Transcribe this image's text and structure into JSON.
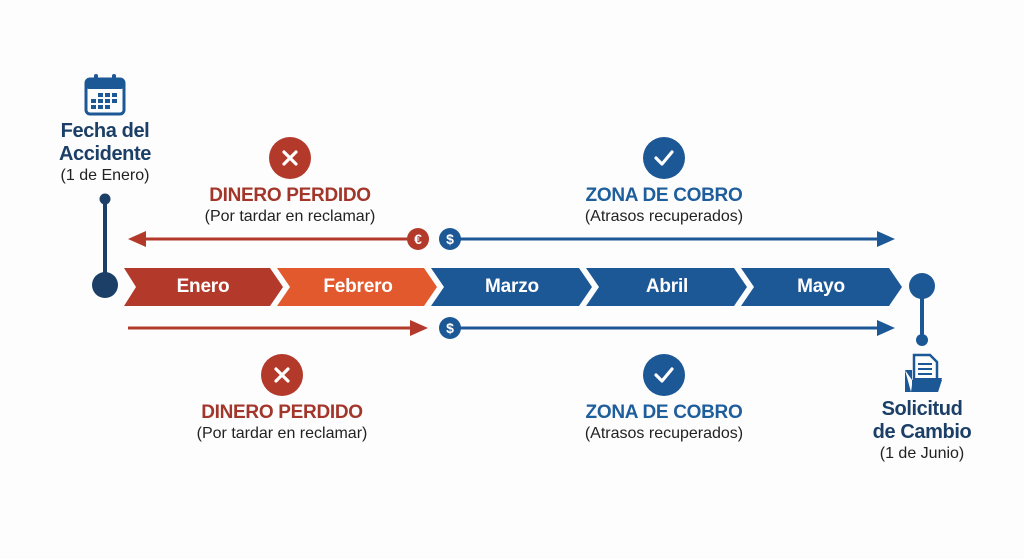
{
  "start_node": {
    "icon": "calendar-icon",
    "title_line1": "Fecha del",
    "title_line2": "Accidente",
    "date": "(1 de Enero)"
  },
  "end_node": {
    "icon": "document-folder-icon",
    "title_line1": "Solicitud",
    "title_line2": "de Cambio",
    "date": "(1 de Junio)"
  },
  "months": [
    {
      "label": "Enero",
      "color": "#b33a2b"
    },
    {
      "label": "Febrero",
      "color": "#e2592d"
    },
    {
      "label": "Marzo",
      "color": "#1d5896"
    },
    {
      "label": "Abril",
      "color": "#1d5896"
    },
    {
      "label": "Mayo",
      "color": "#1d5896"
    }
  ],
  "top": {
    "lost": {
      "title": "DINERO PERDIDO",
      "caption": "(Por tardar en reclamar)",
      "icon": "x-circle-icon"
    },
    "gain": {
      "title": "ZONA DE COBRO",
      "caption": "(Atrasos recuperados)",
      "icon": "check-circle-icon"
    },
    "lost_coin": "€",
    "gain_coin": "$"
  },
  "bottom": {
    "lost": {
      "title": "DINERO PERDIDO",
      "caption": "(Por tardar en reclamar)",
      "icon": "x-circle-icon"
    },
    "gain": {
      "title": "ZONA DE COBRO",
      "caption": "(Atrasos recuperados)",
      "icon": "check-circle-icon"
    },
    "gain_coin": "$"
  },
  "colors": {
    "red": "#b33a2b",
    "orange": "#e2592d",
    "blue": "#1d5896",
    "navy": "#1b3f66"
  }
}
